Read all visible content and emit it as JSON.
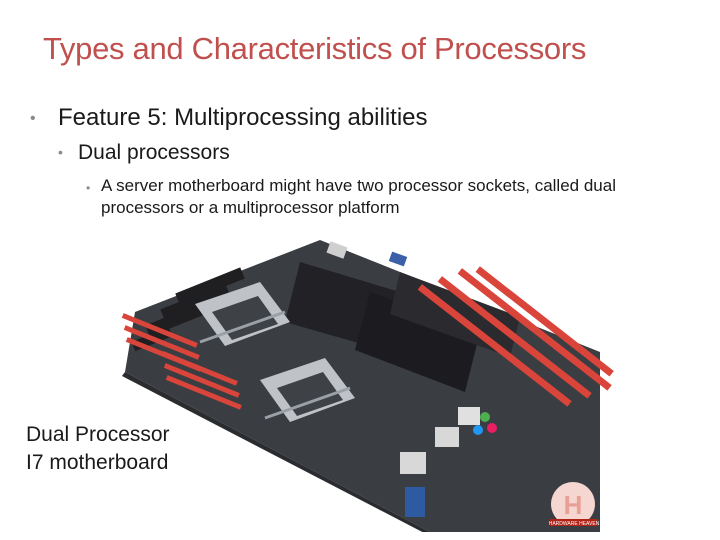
{
  "slide": {
    "title": "Types and Characteristics of Processors",
    "bullets": [
      {
        "level": 1,
        "text": "Feature 5: Multiprocessing abilities"
      },
      {
        "level": 2,
        "text": "Dual processors"
      },
      {
        "level": 3,
        "text": "A server motherboard might have two processor sockets, called dual processors or a multiprocessor platform"
      }
    ],
    "bullet_glyph": "•",
    "caption_lines": [
      "Dual Processor",
      "I7 motherboard"
    ]
  },
  "colors": {
    "title": "#c0504d",
    "board_pcb": "#3a3d42",
    "dimm_slot": "#d9453a",
    "heatsink": "#1f1f22"
  },
  "image": {
    "subject": "server-motherboard",
    "watermark_glyph": "H",
    "watermark_logo": "HARDWARE HEAVEN"
  }
}
